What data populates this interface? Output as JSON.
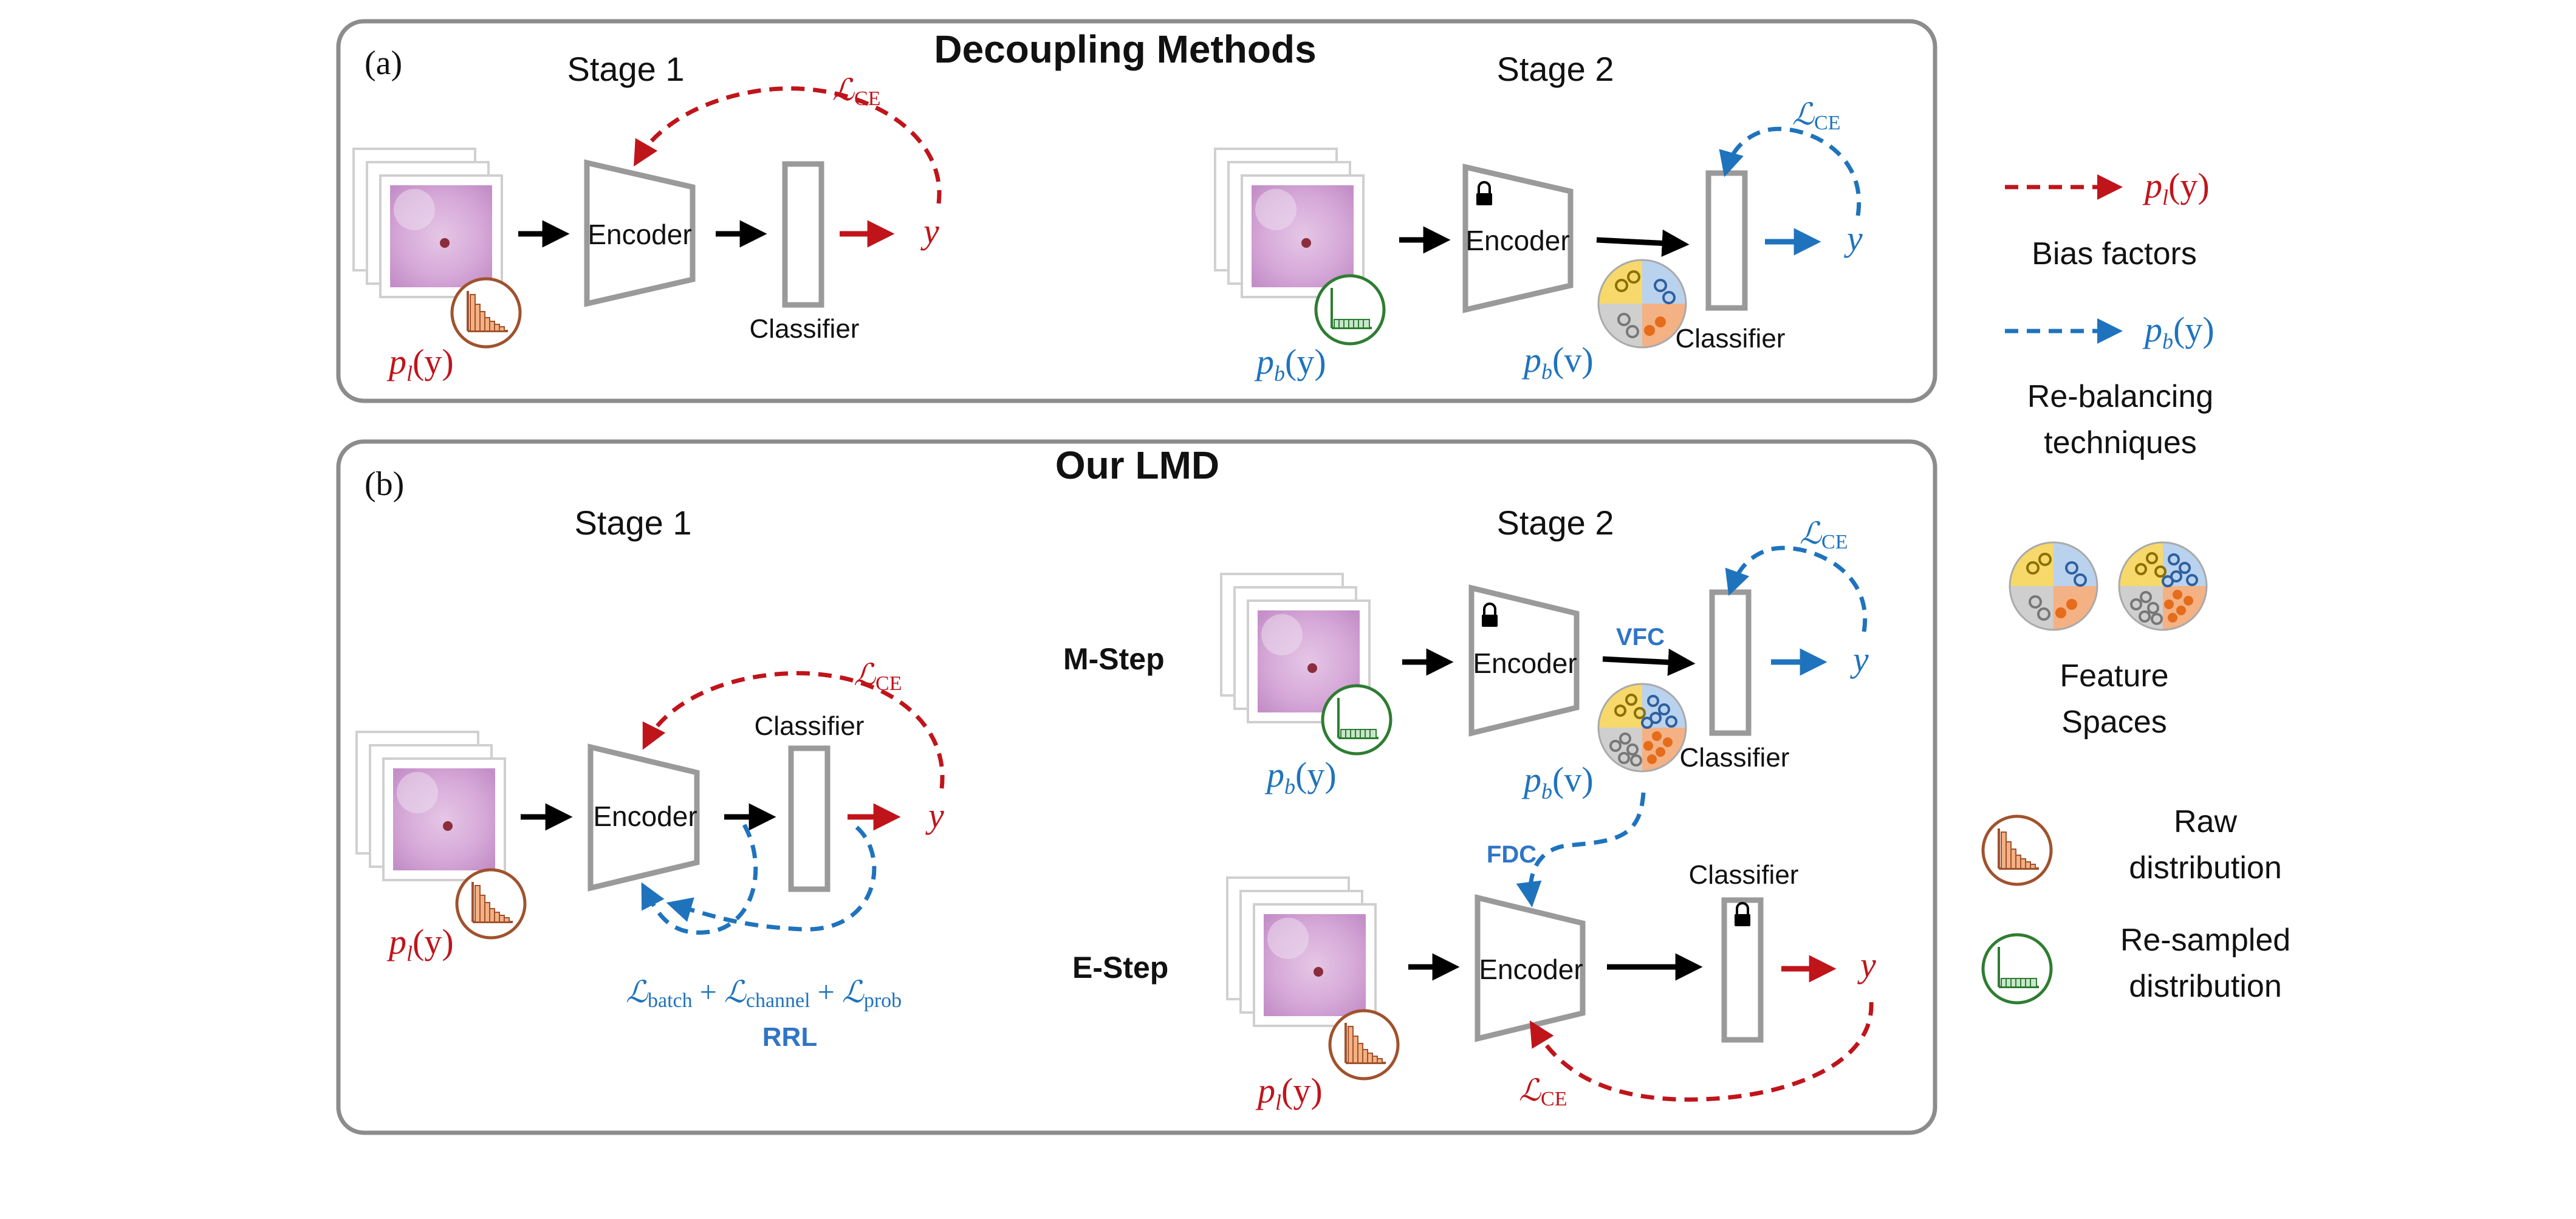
{
  "panel_a": {
    "label": "(a)",
    "title": "Decoupling Methods",
    "stage1": "Stage 1",
    "stage2": "Stage 2",
    "encoder": "Encoder",
    "classifier": "Classifier",
    "loss": "ℒ",
    "loss_sub": "CE",
    "y": "y",
    "pl": "p",
    "pl_sub": "l",
    "pl_arg": "(y)",
    "pb": "p",
    "pb_sub": "b",
    "pb_arg": "(y)",
    "pbv_arg": "(v)"
  },
  "panel_b": {
    "label": "(b)",
    "title": "Our LMD",
    "stage1": "Stage 1",
    "stage2": "Stage 2",
    "m_step": "M-Step",
    "e_step": "E-Step",
    "encoder": "Encoder",
    "classifier": "Classifier",
    "vfc": "VFC",
    "fdc": "FDC",
    "rrl": "RRL",
    "loss_batch": "batch",
    "loss_channel": "channel",
    "loss_prob": "prob",
    "plus": "+"
  },
  "legend": {
    "bias_factors": "Bias factors",
    "rebalancing_line1": "Re-balancing",
    "rebalancing_line2": "techniques",
    "feature_line1": "Feature",
    "feature_line2": "Spaces",
    "raw_line1": "Raw",
    "raw_line2": "distribution",
    "resampled_line1": "Re-sampled",
    "resampled_line2": "distribution"
  },
  "colors": {
    "red": "#c0141b",
    "blue": "#1f73bd",
    "raw_icon": "#a0522d",
    "resampled_icon": "#2e7d32",
    "q_yellow": "#f6d86b",
    "q_blue": "#b9d2ee",
    "q_orange": "#f4b183",
    "q_gray": "#cfcfcf"
  }
}
